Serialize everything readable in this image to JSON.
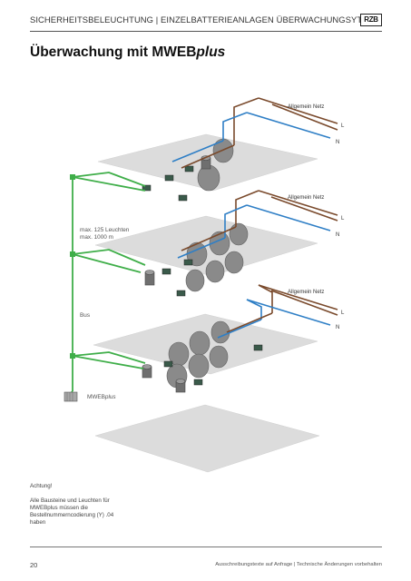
{
  "header": {
    "title": "SICHERHEITSBELEUCHTUNG | EINZELBATTERIEANLAGEN ÜBERWACHUNGSYTEME",
    "logo_text": "RZB"
  },
  "page": {
    "title_main": "Überwachung mit MWEB",
    "title_italic": "plus"
  },
  "diagram": {
    "net_label": "Allgemein Netz",
    "phase_label": "L",
    "neutral_label": "N",
    "capacity_line1": "max. 125 Leuchten",
    "capacity_line2": "max. 1000 m",
    "bus_label": "Bus",
    "device_label_main": "MWEB",
    "device_label_italic": "plus",
    "colors": {
      "bus": "#3fae49",
      "phase": "#7a4a2c",
      "neutral": "#2f7fc6",
      "floor": "#dcdcdc"
    }
  },
  "note": {
    "heading": "Achtung!",
    "body": "Alle Bausteine und Leuchten für MWEBplus müssen die Bestellnummerncodierung (Y) .04 haben"
  },
  "footer": {
    "page_number": "20",
    "text": "Ausschreibungstexte auf Anfrage | Technische Änderungen vorbehalten"
  }
}
